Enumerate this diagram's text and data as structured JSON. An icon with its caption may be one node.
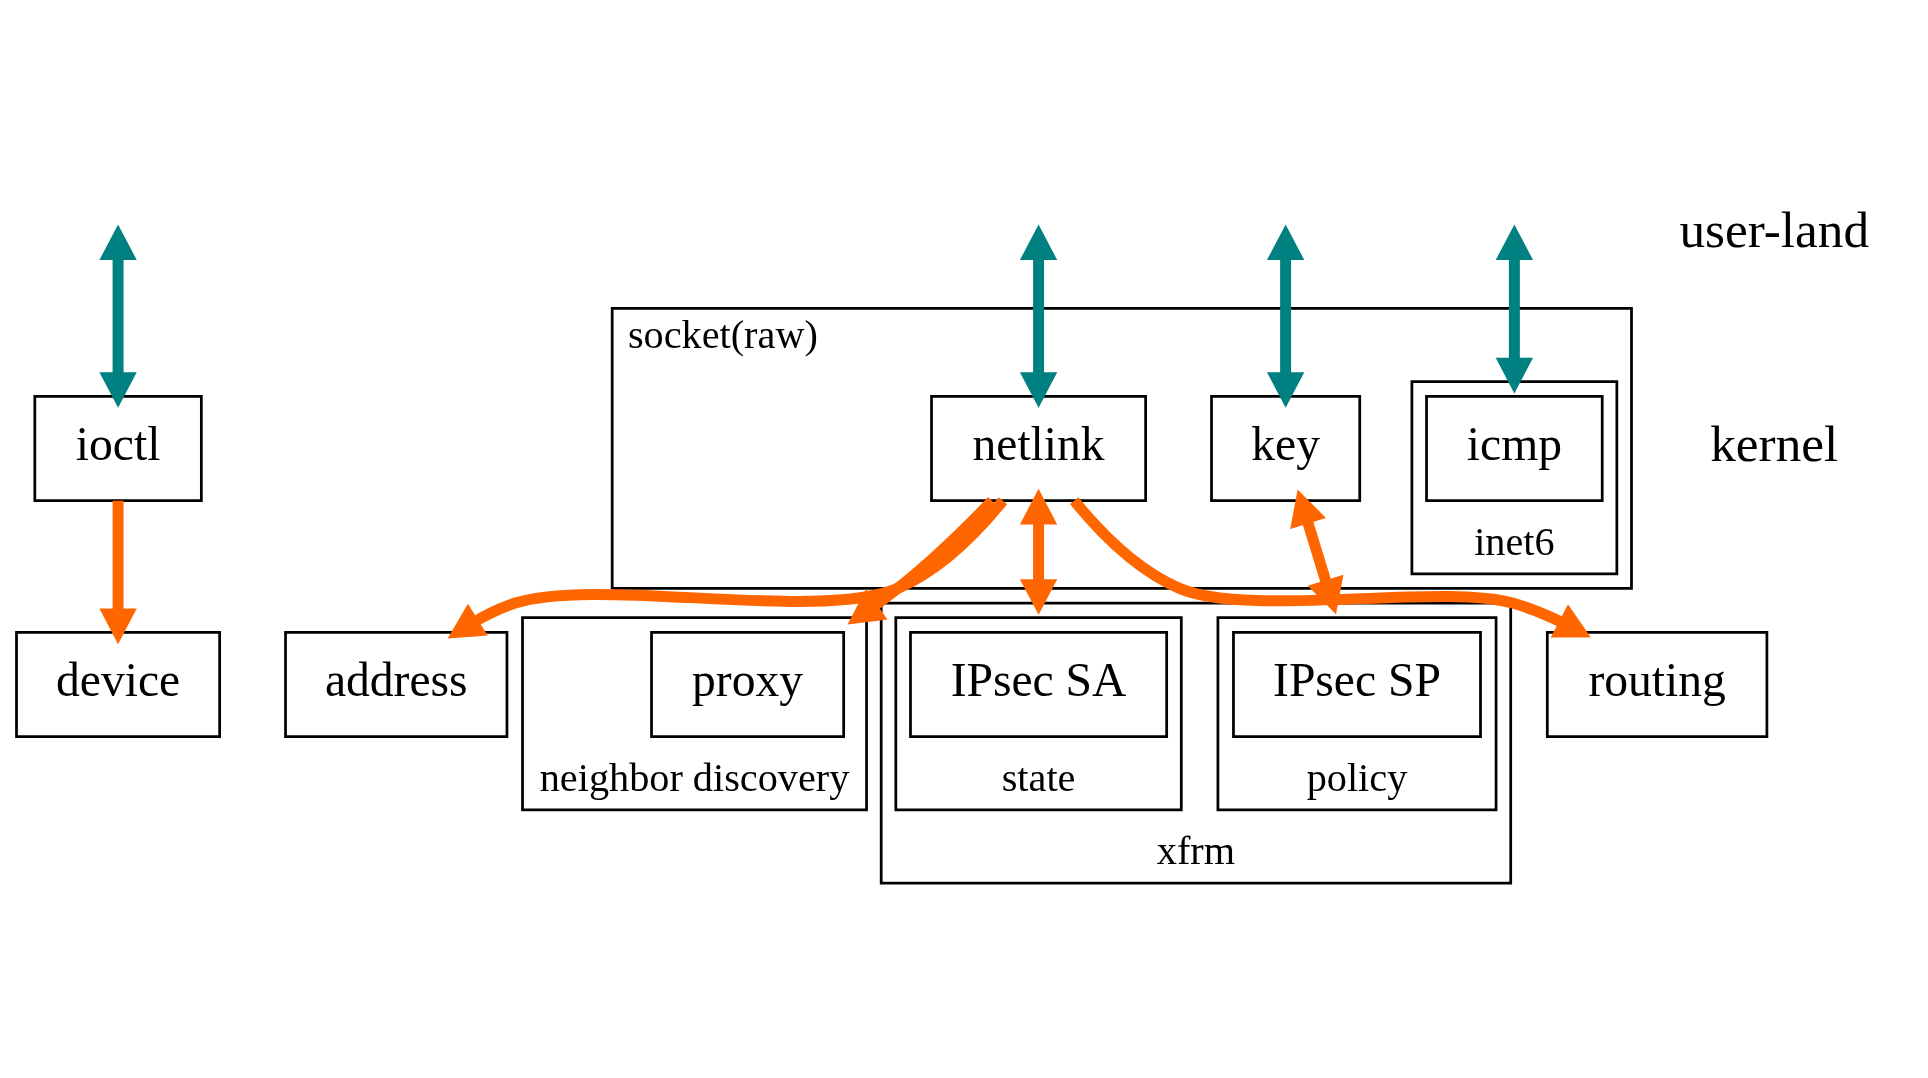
{
  "diagram": {
    "nodes": [
      {
        "text": [
          "ioctl"
        ]
      },
      {
        "text": [
          "socket(raw)"
        ]
      },
      {
        "text": [
          "netlink"
        ],
        "in": 1
      },
      {
        "text": [
          "key"
        ],
        "in": 1
      },
      {
        "text": [
          "inet6"
        ],
        "in": 1
      },
      {
        "text": [
          "icmp"
        ],
        "in": 4
      },
      {
        "text": [
          "address"
        ]
      },
      {
        "text": [
          "neighbor discovery"
        ]
      },
      {
        "text": [
          "proxy"
        ],
        "in": 7
      },
      {
        "text": [
          "xfrm"
        ]
      },
      {
        "text": [
          "state"
        ],
        "in": 9
      },
      {
        "text": [
          "IPsec SA"
        ],
        "in": 10
      },
      {
        "text": [
          "policy"
        ],
        "in": 9
      },
      {
        "text": [
          "IPsec SP"
        ],
        "in": 12
      },
      {
        "text": [
          "device"
        ]
      },
      {
        "text": [
          "routing"
        ]
      }
    ],
    "edges": [
      {
        "from": null,
        "to": 0,
        "arrow": "both",
        "color": "#008080"
      },
      {
        "from": null,
        "to": 2,
        "arrow": "both",
        "color": "#008080"
      },
      {
        "from": null,
        "to": 3,
        "arrow": "both",
        "color": "#008080"
      },
      {
        "from": null,
        "to": 4,
        "arrow": "both",
        "color": "#008080"
      },
      {
        "from": 0,
        "to": 14,
        "arrow": "to"
      },
      {
        "from": 2,
        "to": 6,
        "arrow": "to"
      },
      {
        "from": 2,
        "to": 15,
        "arrow": "to"
      },
      {
        "from": 2,
        "to": 7,
        "arrow": "to"
      },
      {
        "from": 2,
        "to": 9,
        "arrow": "both"
      },
      {
        "from": 3,
        "to": 9,
        "arrow": "both"
      }
    ],
    "labels": [
      "user-land",
      "kernel"
    ]
  }
}
